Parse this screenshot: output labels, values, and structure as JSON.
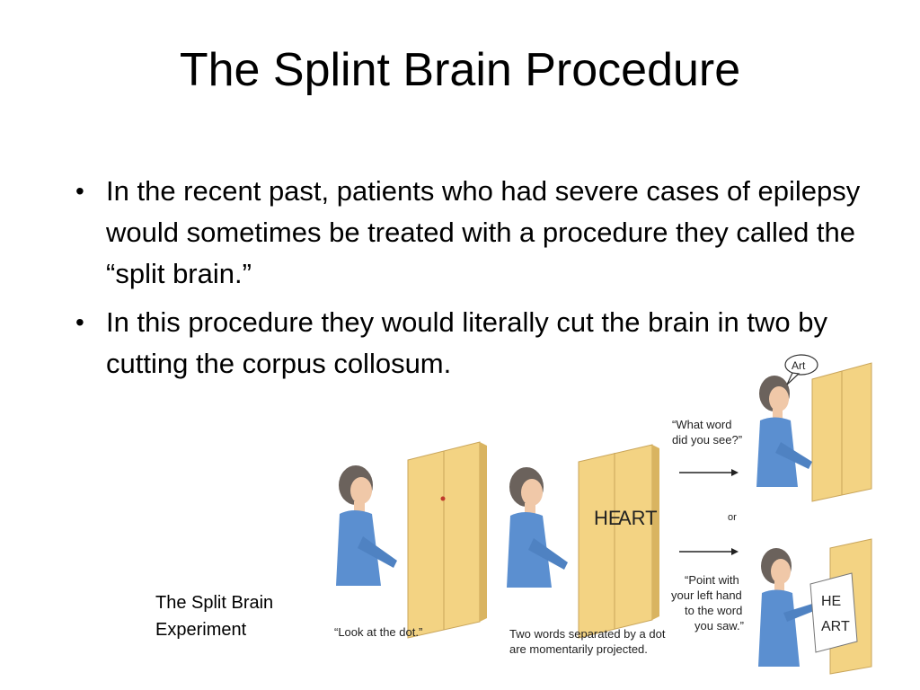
{
  "slide": {
    "title": "The Splint Brain Procedure",
    "bullets": [
      "In the recent past, patients who had severe cases of epilepsy would sometimes be treated with a procedure they called the “split brain.”",
      "In this procedure they would literally cut the brain in two by cutting the corpus collosum."
    ],
    "bullet_symbol": "•",
    "caption_line1": "The Split Brain",
    "caption_line2": "Experiment"
  },
  "illustration": {
    "panel1_caption": "“Look at the dot.”",
    "panel2_caption_line1": "Two words separated by a dot",
    "panel2_caption_line2": "are momentarily projected.",
    "screen_word_left": "HE",
    "screen_word_right": "ART",
    "speech_bubble": "Art",
    "question_line1": "“What word",
    "question_line2": "did you see?”",
    "or_label": "or",
    "point_line1": "“Point with",
    "point_line2": "your left hand",
    "point_line3": "to the word",
    "point_line4": "you saw.”",
    "card_word1": "HE",
    "card_word2": "ART",
    "colors": {
      "screen": "#f3d383",
      "screen_shade": "#d9b461",
      "shirt": "#5b8fd0",
      "hair": "#6b625c",
      "skin": "#f0c8a8"
    }
  }
}
